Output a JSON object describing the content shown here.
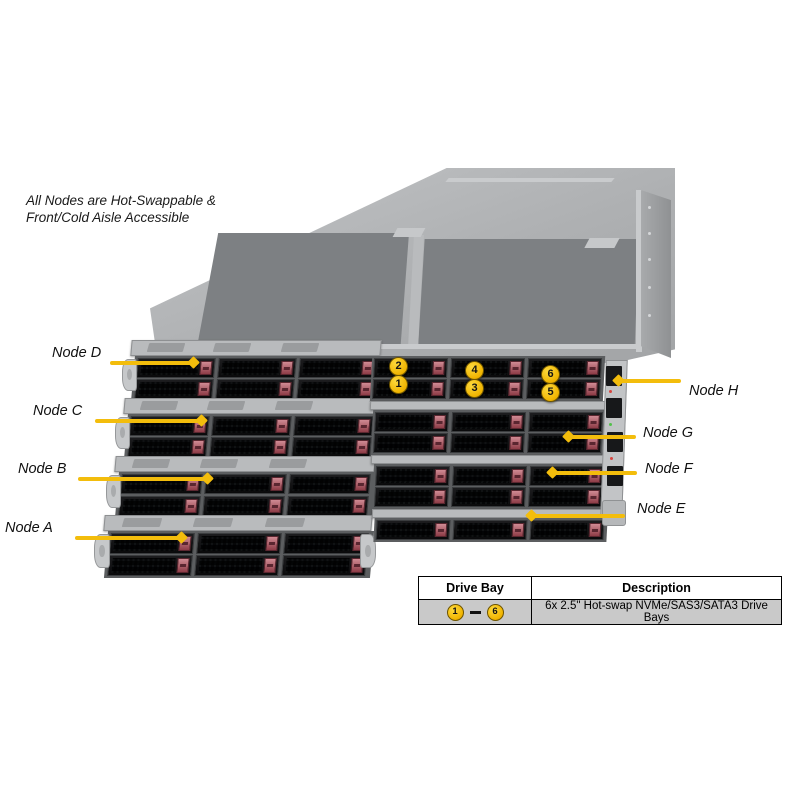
{
  "annotation": {
    "line1": "All Nodes are Hot-Swappable &",
    "line2": "Front/Cold Aisle Accessible"
  },
  "node_labels_left": [
    {
      "id": "node-d",
      "text": "Node D"
    },
    {
      "id": "node-c",
      "text": "Node C"
    },
    {
      "id": "node-b",
      "text": "Node B"
    },
    {
      "id": "node-a",
      "text": "Node A"
    }
  ],
  "node_labels_right": [
    {
      "id": "node-h",
      "text": "Node H"
    },
    {
      "id": "node-g",
      "text": "Node G"
    },
    {
      "id": "node-f",
      "text": "Node F"
    },
    {
      "id": "node-e",
      "text": "Node E"
    }
  ],
  "drive_bay_callouts": [
    {
      "n": "2"
    },
    {
      "n": "1"
    },
    {
      "n": "4"
    },
    {
      "n": "3"
    },
    {
      "n": "6"
    },
    {
      "n": "5"
    }
  ],
  "table": {
    "headers": {
      "bay": "Drive Bay",
      "description": "Description"
    },
    "row": {
      "bay_from": "1",
      "bay_to": "6",
      "separator": "—",
      "description": "6x 2.5\" Hot-swap  NVMe/SAS3/SATA3  Drive  Bays"
    }
  },
  "colors": {
    "callout_yellow": "#f0b400",
    "leader_yellow": "#f3bd0c",
    "chassis_light": "#b9bbbd",
    "chassis_panel": "#7d8083",
    "drive_face": "#121214",
    "drive_latch": "#8e3c47",
    "table_row_bg": "#c9c9c9"
  }
}
